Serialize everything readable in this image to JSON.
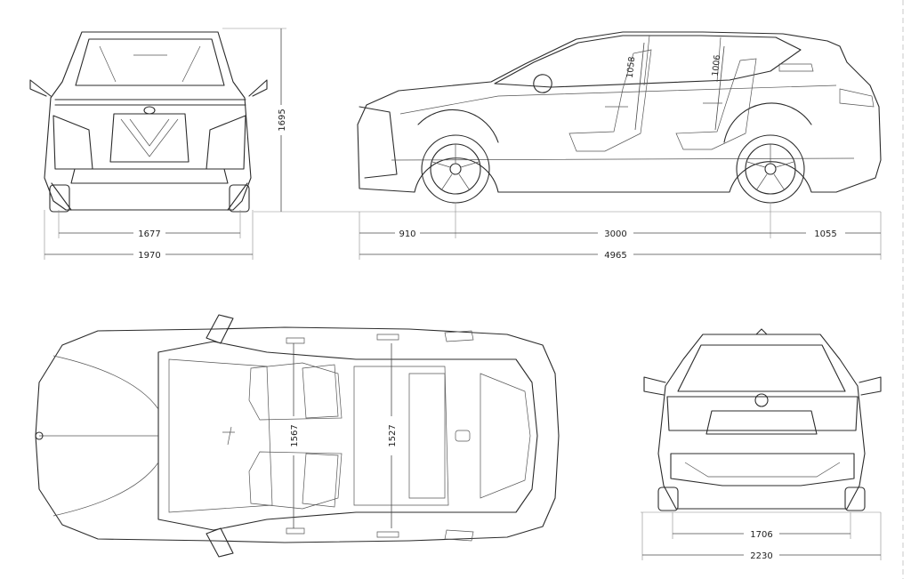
{
  "front_view": {
    "track_front": "1677",
    "overall_width": "1970",
    "height": "1695"
  },
  "side_view": {
    "front_overhang": "910",
    "wheelbase": "3000",
    "rear_overhang": "1055",
    "overall_length": "4965",
    "front_headroom": "1058",
    "rear_headroom": "1006"
  },
  "top_view": {
    "front_shoulder": "1567",
    "rear_shoulder": "1527"
  },
  "rear_view": {
    "track_rear": "1706",
    "width_mirrors": "2230"
  }
}
